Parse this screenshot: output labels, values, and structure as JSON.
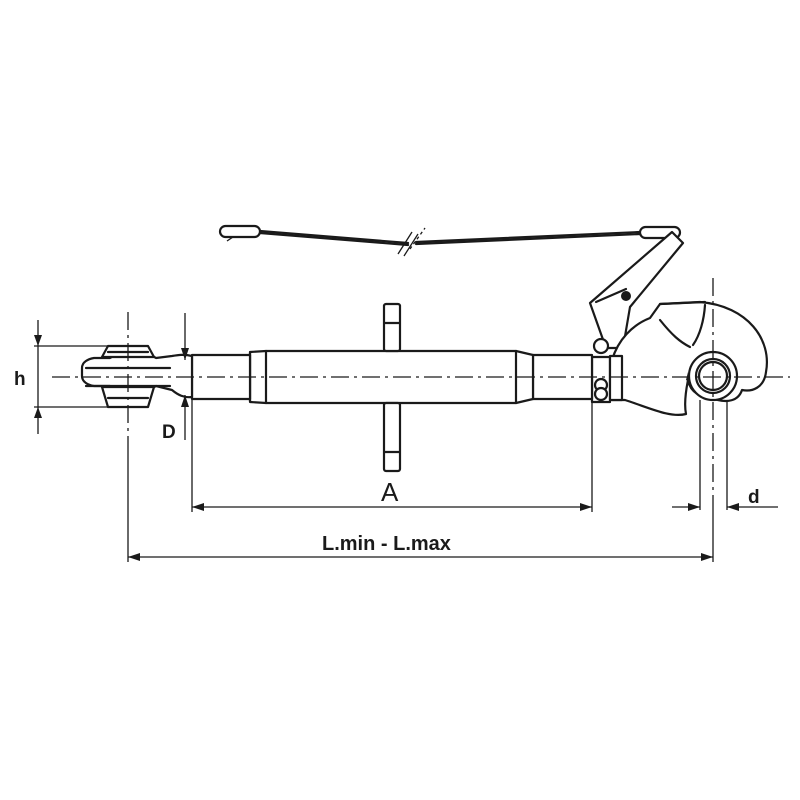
{
  "diagram": {
    "title": "Hydraulic/mechanical top link with hook end — dimensional drawing",
    "labels": {
      "h": "h",
      "D": "D",
      "A": "A",
      "d": "d",
      "length": "L.min - L.max"
    },
    "components": [
      {
        "id": "ball-joint-end",
        "description": "Ball joint eye (left end)"
      },
      {
        "id": "threaded-rod-left",
        "description": "Left threaded rod"
      },
      {
        "id": "central-tube",
        "description": "Central adjustment tube"
      },
      {
        "id": "turning-handle",
        "description": "Cross handle on tube"
      },
      {
        "id": "threaded-rod-right",
        "description": "Right threaded rod"
      },
      {
        "id": "lock-pin",
        "description": "Locking pin / clamp"
      },
      {
        "id": "hook-end",
        "description": "Automatic catch hook (right end)"
      },
      {
        "id": "release-lever",
        "description": "Release lever"
      },
      {
        "id": "release-cord",
        "description": "Release cord with handle (broken length)"
      }
    ],
    "colors": {
      "line": "#1a1a1a",
      "background": "#ffffff"
    }
  }
}
